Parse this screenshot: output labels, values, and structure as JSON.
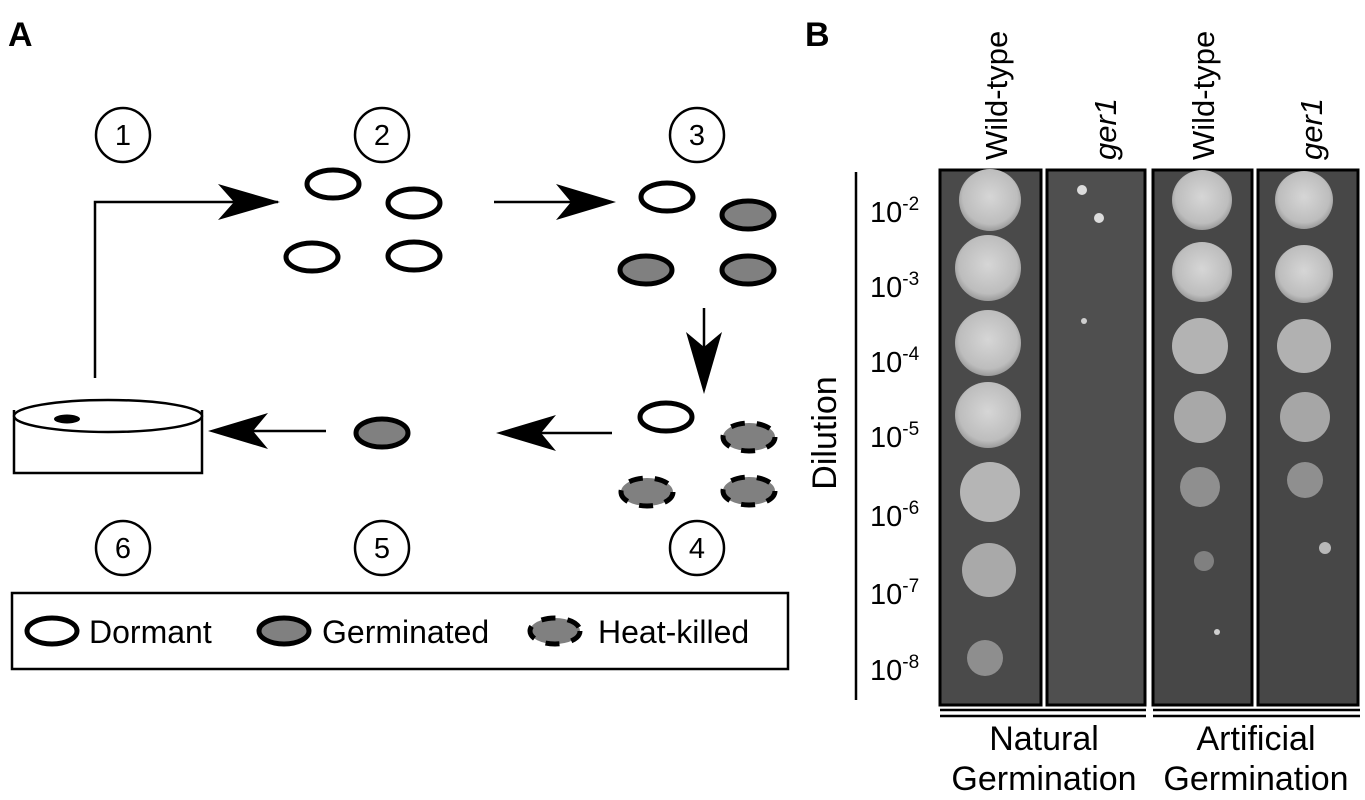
{
  "panel_a": {
    "letter": "A",
    "steps": [
      "1",
      "2",
      "3",
      "4",
      "5",
      "6"
    ],
    "legend": {
      "dormant": "Dormant",
      "germinated": "Germinated",
      "heat_killed": "Heat-killed"
    },
    "colors": {
      "germinated_fill": "#808080",
      "outline": "#000000"
    }
  },
  "panel_b": {
    "letter": "B",
    "columns": [
      {
        "label": "Wild-type",
        "italic": false
      },
      {
        "label": "ger1",
        "italic": true
      },
      {
        "label": "Wild-type",
        "italic": false
      },
      {
        "label": "ger1",
        "italic": true
      }
    ],
    "axis_title": "Dilution",
    "dilutions": [
      {
        "base": "10",
        "exp": "-2"
      },
      {
        "base": "10",
        "exp": "-3"
      },
      {
        "base": "10",
        "exp": "-4"
      },
      {
        "base": "10",
        "exp": "-5"
      },
      {
        "base": "10",
        "exp": "-6"
      },
      {
        "base": "10",
        "exp": "-7"
      },
      {
        "base": "10",
        "exp": "-8"
      }
    ],
    "groups": [
      {
        "line1": "Natural",
        "line2": "Germination"
      },
      {
        "line1": "Artificial",
        "line2": "Germination"
      }
    ],
    "colors": {
      "plate_background": "#4a4a4a",
      "colony": "#c8c8c8"
    }
  }
}
